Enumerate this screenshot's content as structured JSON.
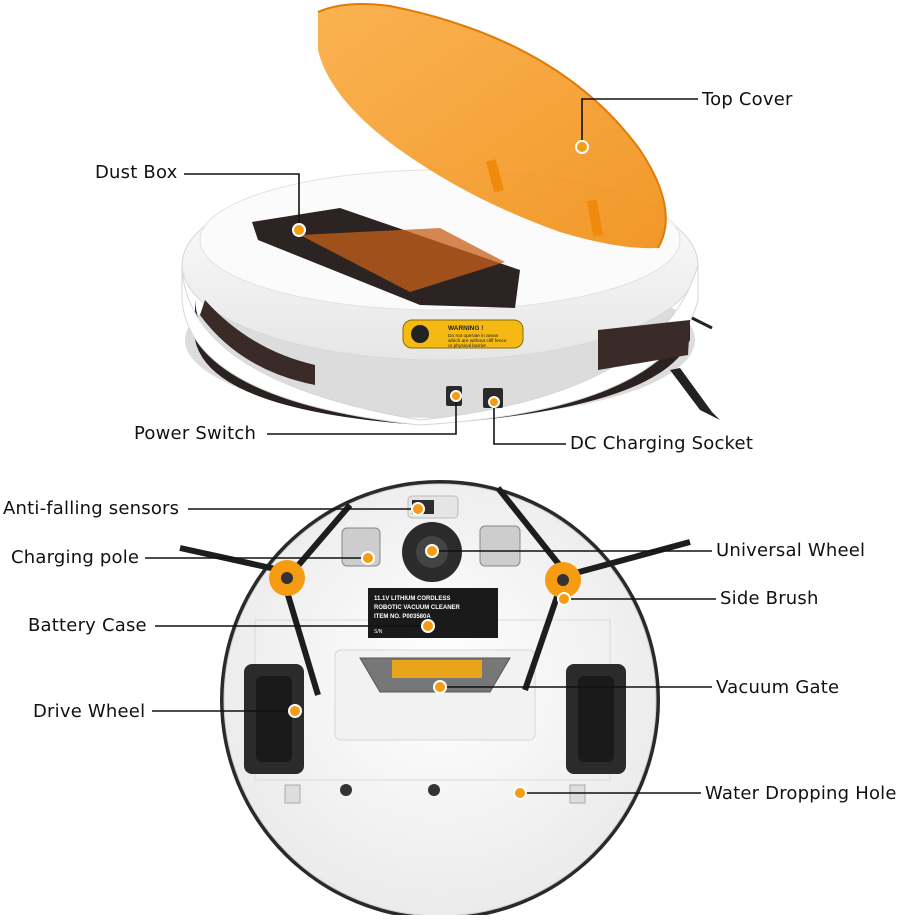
{
  "accent_color": "#f59c12",
  "cover_color": "#f7930f",
  "top_view": {
    "labels": {
      "top_cover": "Top Cover",
      "dust_box": "Dust Box",
      "power_switch": "Power Switch",
      "dc_charging_socket": "DC Charging Socket"
    },
    "warning_sticker": {
      "title": "WARNING !",
      "line1": "Do not operate in areas",
      "line2": "which are without cliff fence",
      "line3": "or physical barrier"
    }
  },
  "bottom_view": {
    "labels": {
      "anti_falling_sensors": "Anti-falling sensors",
      "charging_pole": "Charging pole",
      "battery_case": "Battery Case",
      "drive_wheel": "Drive Wheel",
      "universal_wheel": "Universal Wheel",
      "side_brush": "Side Brush",
      "vacuum_gate": "Vacuum Gate",
      "water_dropping_hole": "Water Dropping Hole"
    },
    "battery_sticker": {
      "line1": "11.1V LITHIUM CORDLESS",
      "line2": "ROBOTIC VACUUM CLEANER",
      "line3": "ITEM NO. P003580A",
      "line4": "S/N"
    }
  }
}
